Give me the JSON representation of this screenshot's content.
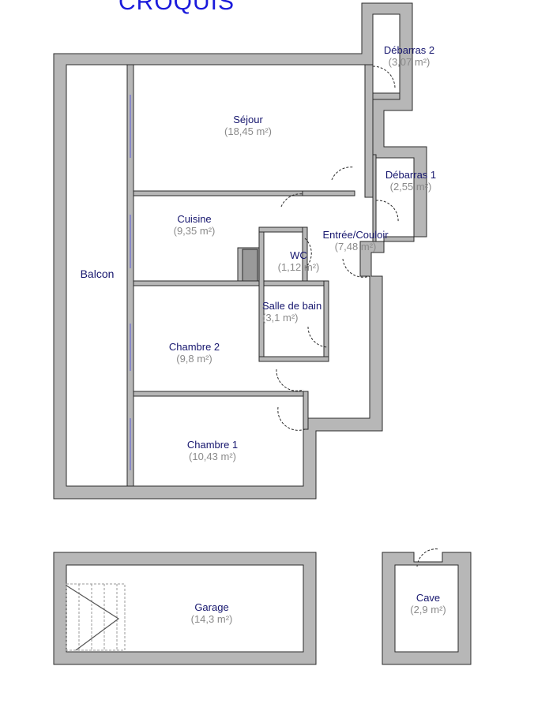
{
  "title": "CROQUIS",
  "rooms": [
    {
      "name": "Débarras 2",
      "area": "(3,07 m²)"
    },
    {
      "name": "Séjour",
      "area": "(18,45 m²)"
    },
    {
      "name": "Débarras 1",
      "area": "(2,55 m²)"
    },
    {
      "name": "Cuisine",
      "area": "(9,35 m²)"
    },
    {
      "name": "Entrée/Couloir",
      "area": "(7,48 m²)"
    },
    {
      "name": "WC",
      "area": "(1,12 m²)"
    },
    {
      "name": "Balcon",
      "area": ""
    },
    {
      "name": "Salle de bain",
      "area": "(3,1 m²)"
    },
    {
      "name": "Chambre 2",
      "area": "(9,8 m²)"
    },
    {
      "name": "Chambre 1",
      "area": "(10,43 m²)"
    },
    {
      "name": "Garage",
      "area": "(14,3 m²)"
    },
    {
      "name": "Cave",
      "area": "(2,9 m²)"
    }
  ],
  "colors": {
    "wall": "#b7b7b7",
    "wall_edge": "#2b2b2b",
    "title": "#1a1adb",
    "room_name": "#16166e",
    "room_area": "#8a8a8a",
    "window": "#7a7acc"
  }
}
